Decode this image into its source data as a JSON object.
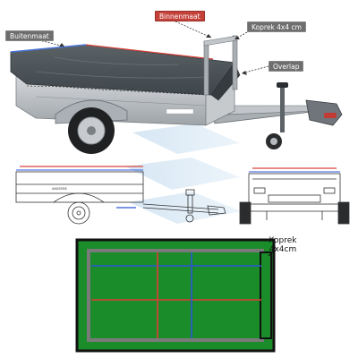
{
  "labels": {
    "buitenmaat": "Buitenmaat",
    "binnenmaat": "Binnenmaat",
    "koprek_top": "Koprek 4x4 cm",
    "overlap": "Overlap",
    "koprek_plan_line1": "Koprek",
    "koprek_plan_line2": "4x4cm",
    "brand": "ANSSEMS"
  },
  "colors": {
    "tarp": "#4b5358",
    "tarp_dark": "#3a4045",
    "frame": "#b8bcc0",
    "plan_green": "#1a8c2a",
    "plan_border": "#111111",
    "inner_frame": "#7a7a7a",
    "line_red": "#e23b3b",
    "line_blue": "#2d55d8",
    "callout_dark": "#6e6e6e",
    "callout_red": "#c4423a",
    "arrows": "#d8e8f4"
  }
}
